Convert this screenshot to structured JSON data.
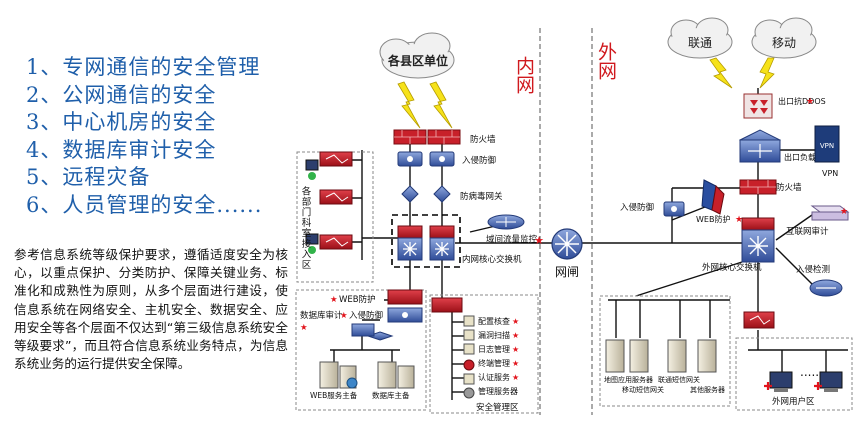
{
  "list": [
    "1、专网通信的安全管理",
    "2、公网通信的安全",
    "3、中心机房的安全",
    "4、数据库审计安全",
    "5、远程灾备",
    "6、人员管理的安全......"
  ],
  "paragraph": "参考信息系统等级保护要求，遵循适度安全为核心，以重点保护、分类防护、保障关键业务、标准化和成熟性为原则，从多个层面进行建设，使信息系统在网络安全、主机安全、数据安全、应用安全等各个层面不仅达到“第三级信息系统安全等级要求”，而且符合信息系统业务特点，为信息系统业务的运行提供安全保障。",
  "diagram": {
    "zone_inner": "内网",
    "zone_outer": "外网",
    "cloud_county": "各县区单位",
    "cloud_unicom": "联通",
    "cloud_mobile": "移动",
    "firewall_inner": "防火墙",
    "ips_inner": "入侵防御",
    "antivirus_gw": "防病毒网关",
    "dept_rooms": "各部门科室接入区",
    "flow_monitor": "域间流量监控",
    "inner_core": "内网核心交换机",
    "gateway": "网闸",
    "waf_inner": "WEB防护",
    "ips_dc": "入侵防御",
    "db_audit": "数据库审计",
    "web_server": "WEB服务主备",
    "db_server": "数据库主备",
    "cfg_check": "配置核查",
    "vuln_scan": "漏洞扫描",
    "log_mgmt": "日志管理",
    "terminal_mgmt": "终端管理",
    "auth_service": "认证服务",
    "mgmt_server": "管理服务器",
    "security_zone": "安全管理区",
    "ddos": "出口抗DDOS",
    "load_balance": "出口负载",
    "vpn": "VPN",
    "firewall_outer": "防火墙",
    "ips_outer": "入侵防御",
    "waf_outer": "WEB防护",
    "inet_audit": "互联网审计",
    "outer_core": "外网核心交换机",
    "intrusion_detect": "入侵检测",
    "map_server": "地图应用服务器",
    "sms_gateway": "移动短信网关",
    "unicom_sms": "联通短信网关",
    "other_server": "其他服务器",
    "user_zone": "外网用户区",
    "ellipsis": "......"
  },
  "colors": {
    "title_blue": "#1f5faa",
    "zone_red": "#d0191e",
    "device_red": "#c8202a",
    "device_blue": "#3c5aa6",
    "star_red": "#e2141c",
    "bolt_yellow": "#f6e21a"
  }
}
